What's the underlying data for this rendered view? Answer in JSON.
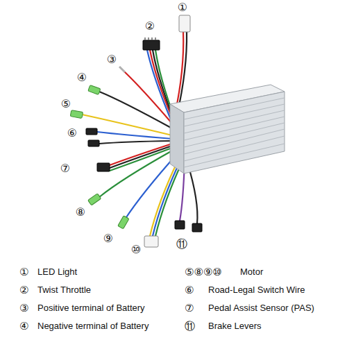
{
  "diagram": {
    "labels": [
      "①",
      "②",
      "③",
      "④",
      "⑤",
      "⑥",
      "⑦",
      "⑧",
      "⑨",
      "⑩",
      "⑪",
      "①",
      "LED Light",
      "⑤⑧⑨⑩",
      "Motor",
      "②",
      "Twist Throttle",
      "⑥",
      "Road-Legal Switch Wire",
      "③",
      "Positive terminal of Battery",
      "⑦",
      "Pedal Assist Sensor (PAS)",
      "④",
      "Negative terminal of Battery",
      "⑪",
      "Brake Levers"
    ]
  }
}
